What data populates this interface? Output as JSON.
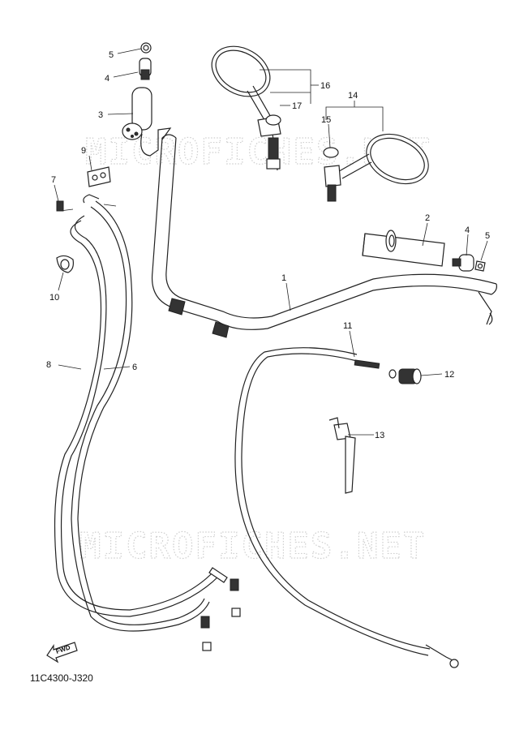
{
  "diagram_code": "11C4300-J320",
  "watermark": "MICROFICHES.NET",
  "fwd_label": "FWD",
  "callouts": {
    "c1": "1",
    "c2": "2",
    "c3": "3",
    "c4a": "4",
    "c4b": "4",
    "c5a": "5",
    "c5b": "5",
    "c6": "6",
    "c7": "7",
    "c8": "8",
    "c9": "9",
    "c10": "10",
    "c11": "11",
    "c12": "12",
    "c13": "13",
    "c14": "14",
    "c15": "15",
    "c16": "16",
    "c17": "17"
  }
}
